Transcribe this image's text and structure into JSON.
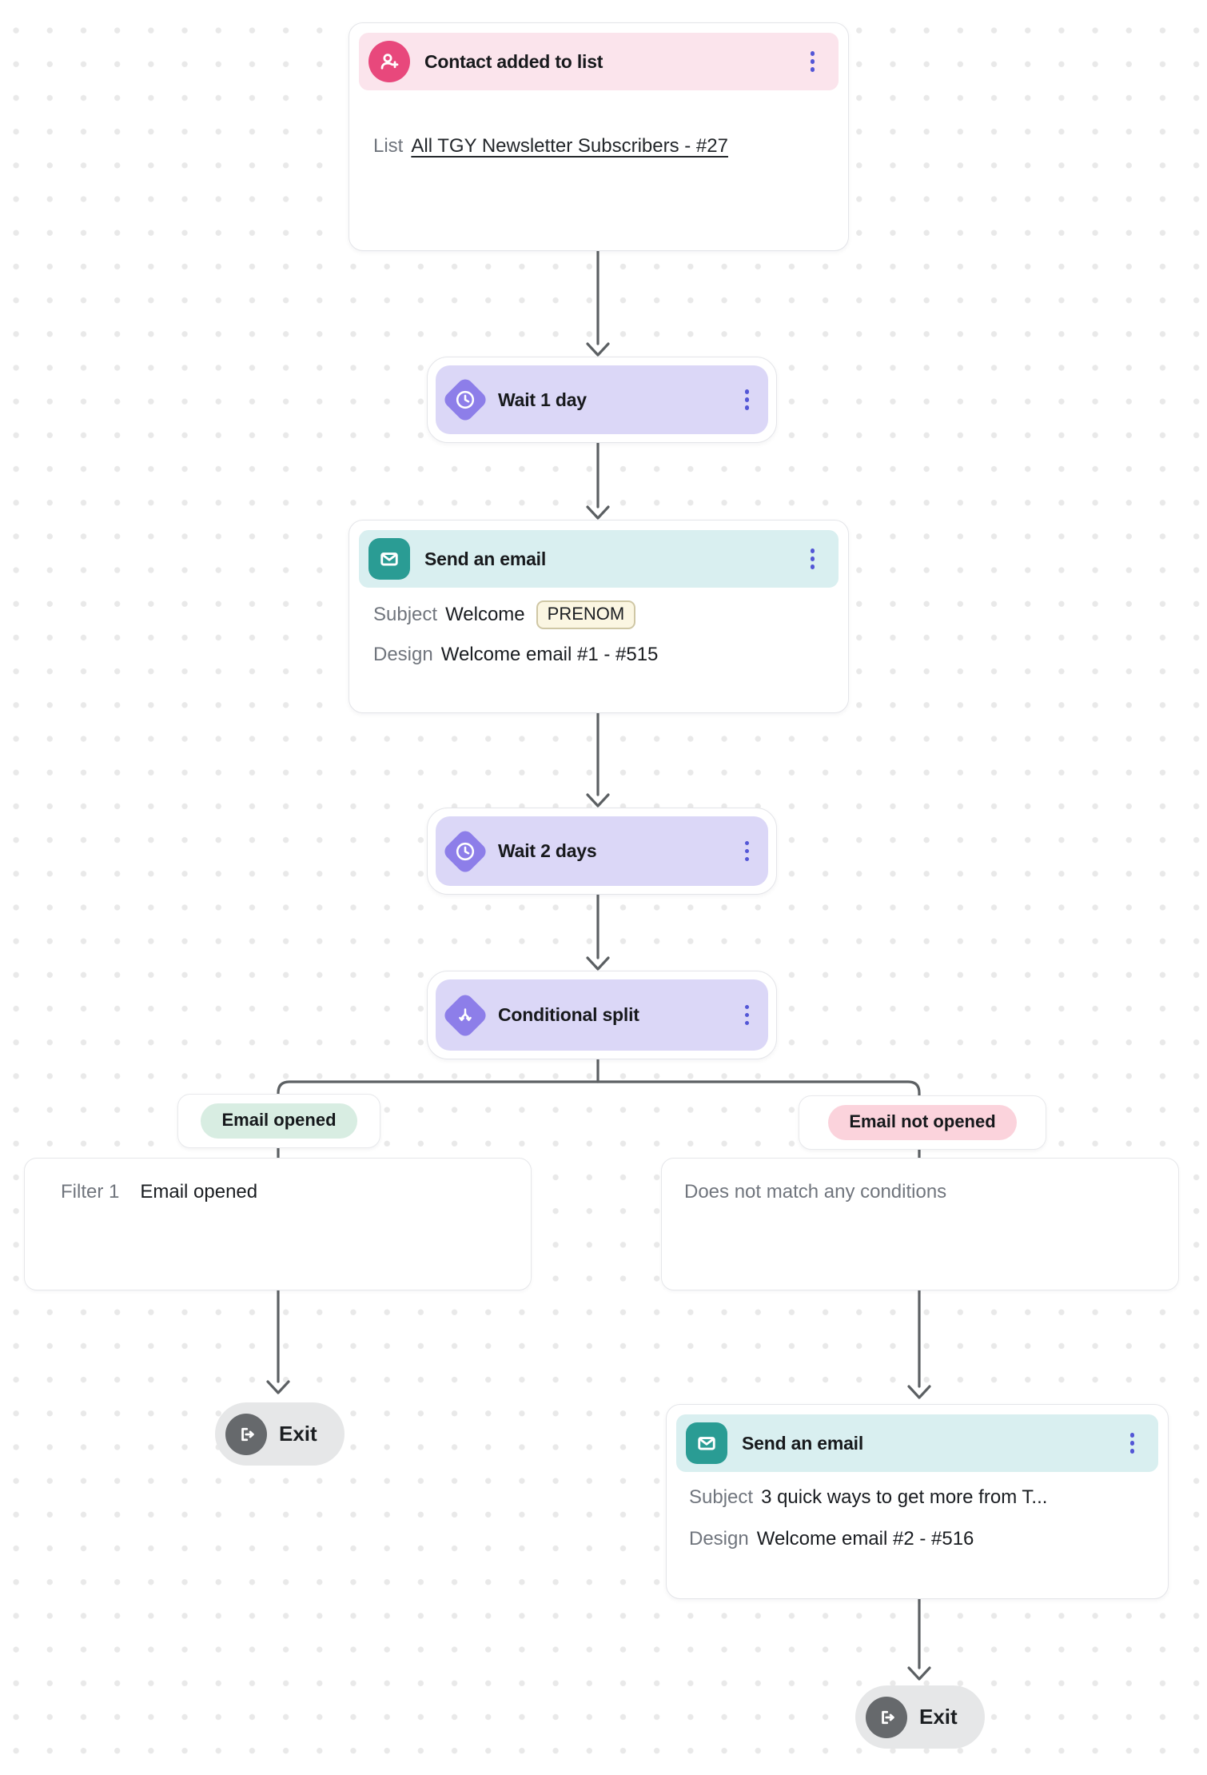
{
  "colors": {
    "trigger_accent": "#E8487C",
    "trigger_header_bg": "#FBE4EC",
    "wait_accent": "#8D7EE9",
    "wait_band_bg": "#DBD7F7",
    "email_accent": "#2A9C94",
    "email_header_bg": "#D9EFF0",
    "branch_yes_pill_bg": "#D8EDE2",
    "branch_no_pill_bg": "#FBD3DC",
    "chip_bg": "#FBF6E2",
    "chip_border": "#CFC7A5",
    "connector": "#5C6063",
    "menu_dots": "#5356D6",
    "exit_pill_bg": "#E6E7E8",
    "exit_icon_bg": "#66696C"
  },
  "nodes": {
    "trigger": {
      "title": "Contact added to list",
      "icon": "person-add-icon",
      "list_label": "List",
      "list_value": "All TGY Newsletter Subscribers - #27"
    },
    "wait1": {
      "title": "Wait 1 day",
      "icon": "clock-icon"
    },
    "email1": {
      "title": "Send an email",
      "icon": "envelope-icon",
      "subject_label": "Subject",
      "subject_prefix": "Welcome",
      "subject_chip": "PRENOM",
      "design_label": "Design",
      "design_value": "Welcome email #1 - #515"
    },
    "wait2": {
      "title": "Wait 2 days",
      "icon": "clock-icon"
    },
    "split": {
      "title": "Conditional split",
      "icon": "split-arrows-icon"
    }
  },
  "branches": {
    "yes": {
      "badge": "Email opened",
      "filter_label": "Filter 1",
      "filter_value": "Email opened",
      "exit_label": "Exit"
    },
    "no": {
      "badge": "Email not opened",
      "filter_value": "Does not match any conditions",
      "email": {
        "title": "Send an email",
        "icon": "envelope-icon",
        "subject_label": "Subject",
        "subject_value": "3 quick ways to get more from T...",
        "design_label": "Design",
        "design_value": "Welcome email #2 - #516"
      },
      "exit_label": "Exit"
    }
  }
}
